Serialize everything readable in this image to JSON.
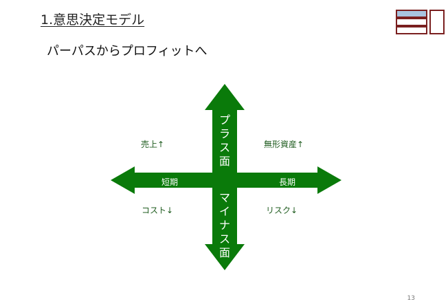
{
  "header": {
    "title": "1.意思決定モデル",
    "subtitle": "パーパスからプロフィットへ"
  },
  "diagram": {
    "arrow_color": "#0a7a0a",
    "vertical_top_label": "プラス面",
    "vertical_bottom_label": "マイナス面",
    "horizontal_left_label": "短期",
    "horizontal_right_label": "長期",
    "quadrants": {
      "top_left": "売上↑",
      "top_right": "無形資産↑",
      "bottom_left": "コスト↓",
      "bottom_right": "リスク↓"
    }
  },
  "footer": {
    "page_number": "13"
  }
}
